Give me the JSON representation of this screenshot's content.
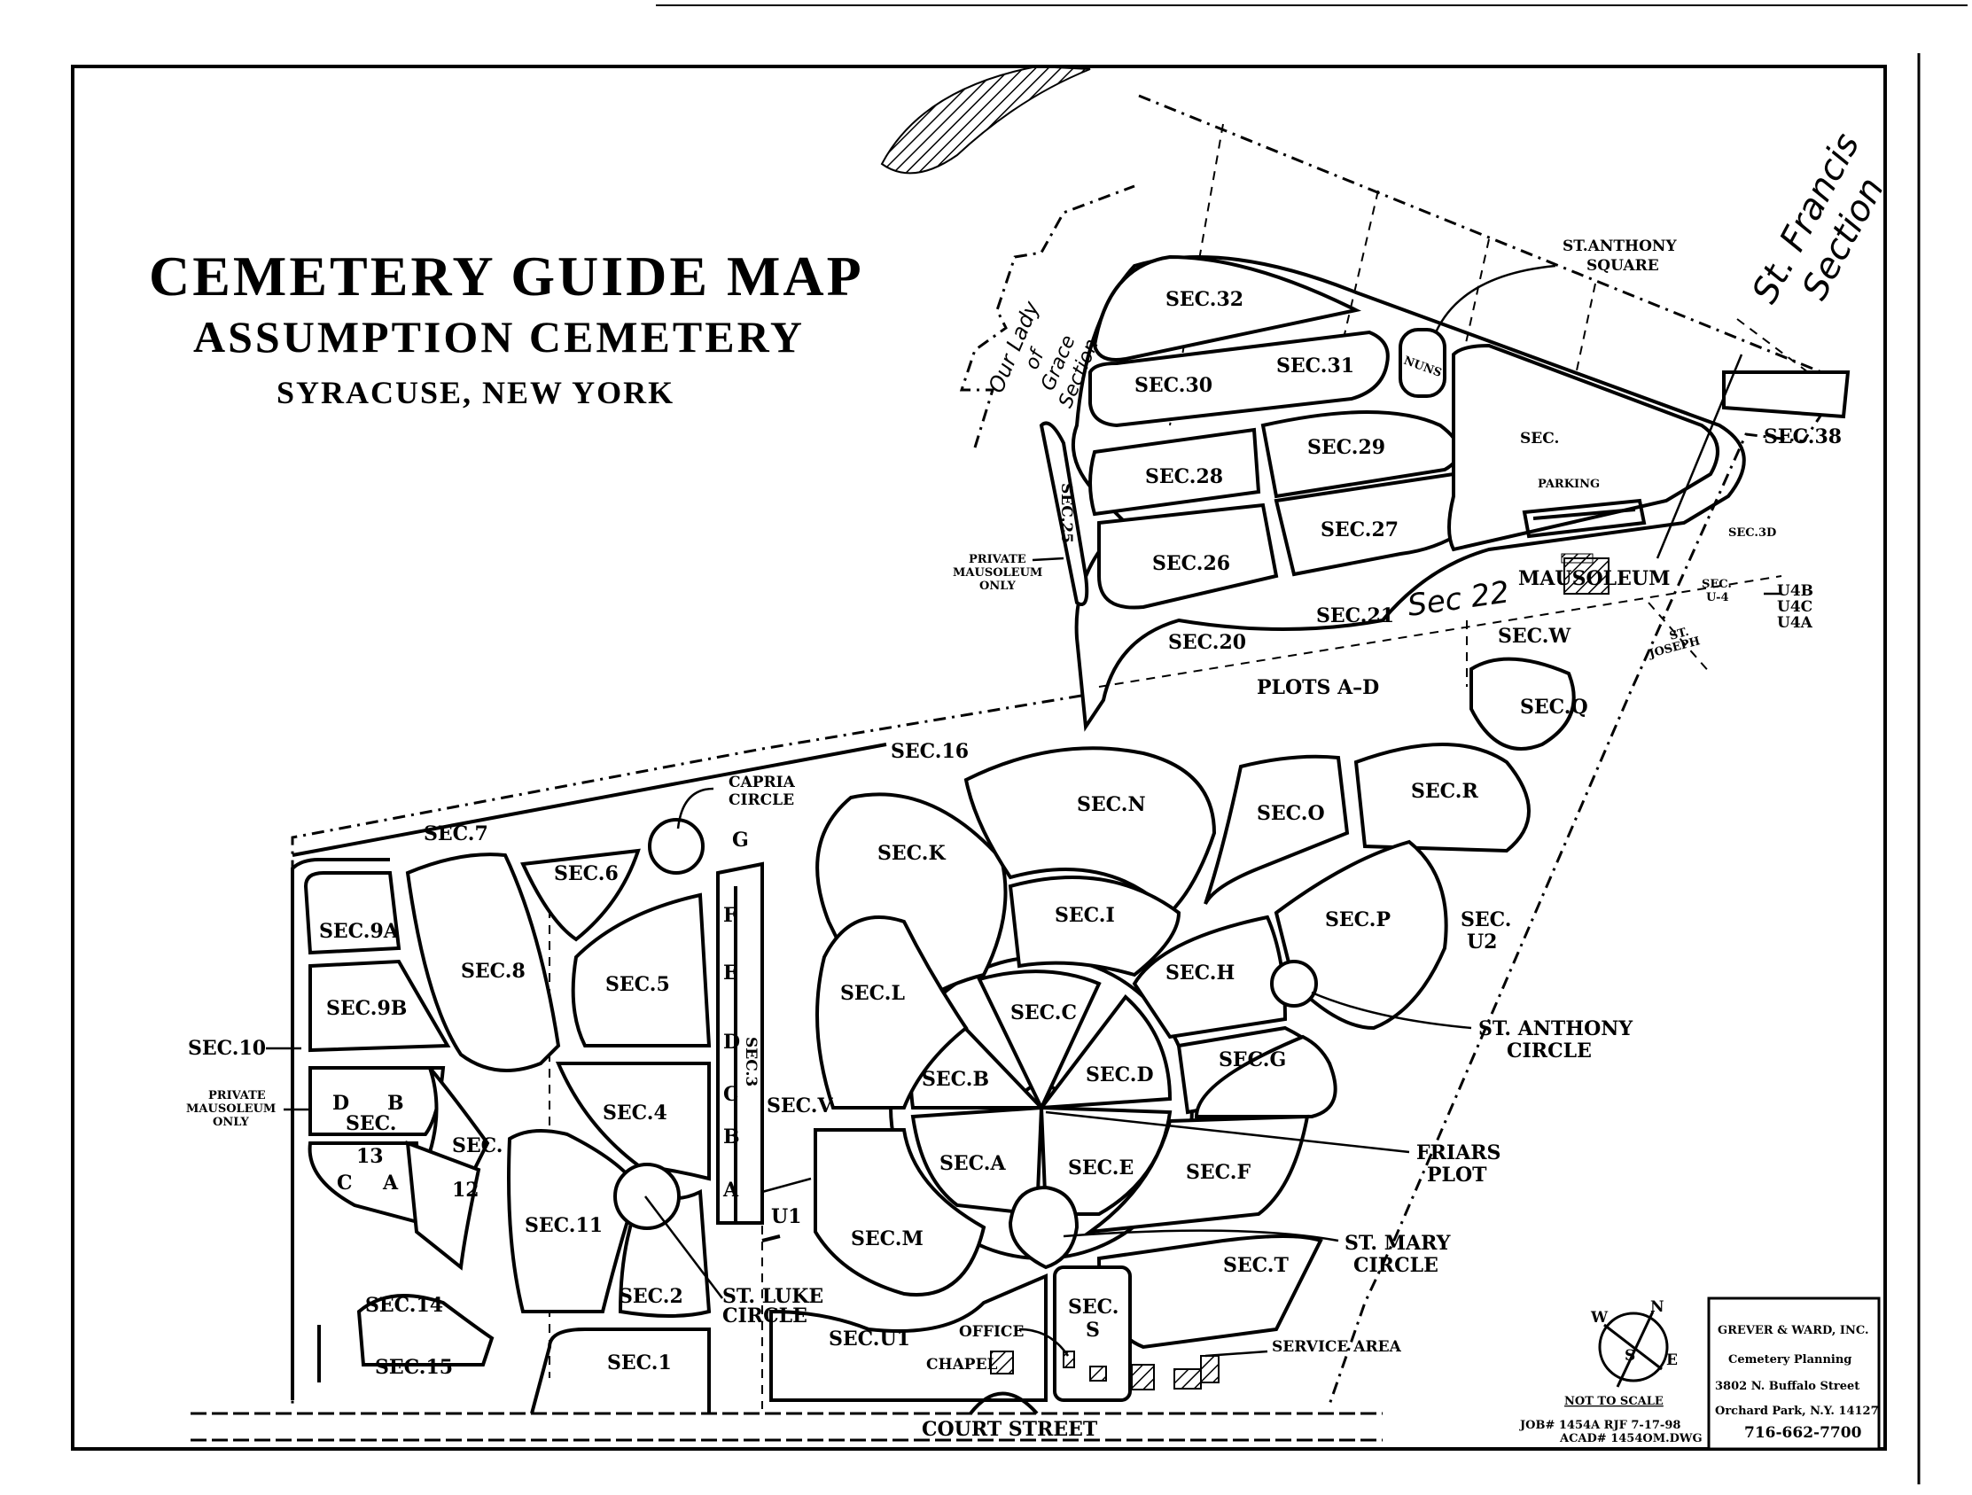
{
  "title": {
    "line1": "CEMETERY GUIDE MAP",
    "line2": "ASSUMPTION CEMETERY",
    "line3": "SYRACUSE, NEW YORK"
  },
  "handwritten": {
    "st_francis": [
      "St. Francis",
      "Section"
    ],
    "our_lady": [
      "Our Lady",
      "of",
      "Grace",
      "Section"
    ],
    "sec22": "Sec 22"
  },
  "sections": {
    "s32": "SEC.32",
    "s31": "SEC.31",
    "s30": "SEC.30",
    "s29": "SEC.29",
    "s28": "SEC.28",
    "s27": "SEC.27",
    "s26": "SEC.26",
    "s25": "SEC.25",
    "s21": "SEC.21",
    "s20": "SEC.20",
    "s16": "SEC.16",
    "s38": "SEC.38",
    "s3d": "SEC.3D",
    "su4": [
      "SEC.",
      "U-4"
    ],
    "su4b": "U4B",
    "su4c": "U4C",
    "su4a": "U4A",
    "sec_partial": "SEC.",
    "sw": "SEC.W",
    "sq": "SEC.Q",
    "sr": "SEC.R",
    "so": "SEC.O",
    "sn": "SEC.N",
    "sk": "SEC.K",
    "si": "SEC.I",
    "sp": "SEC.P",
    "su2": [
      "SEC.",
      "U2"
    ],
    "sh": "SEC.H",
    "sl": "SEC.L",
    "sc": "SEC.C",
    "sg": "SEC.G",
    "sb": "SEC.B",
    "sd": "SEC.D",
    "sa": "SEC.A",
    "se": "SEC.E",
    "sf": "SEC.F",
    "sv": "SEC.V",
    "sm": "SEC.M",
    "st": "SEC.T",
    "ss": [
      "SEC.",
      "S"
    ],
    "su1": "SEC.U1",
    "s7": "SEC.7",
    "s6": "SEC.6",
    "s8": "SEC.8",
    "s5": "SEC.5",
    "s9a": "SEC.9A",
    "s9b": "SEC.9B",
    "s10": "SEC.10",
    "s4": "SEC.4",
    "s13": [
      "SEC.",
      "13"
    ],
    "s12": [
      "SEC.",
      "12"
    ],
    "s11": "SEC.11",
    "s2": "SEC.2",
    "s14": "SEC.14",
    "s15": "SEC.15",
    "s1": "SEC.1",
    "s3": "SEC.3",
    "u1": "U1",
    "plots_ad": "PLOTS A–D",
    "joseph": [
      "ST.",
      "JOSEPH"
    ],
    "nuns": "NUNS",
    "letters_col": [
      "G",
      "F",
      "E",
      "D",
      "C",
      "B",
      "A"
    ],
    "sec13_letters": [
      "D",
      "B",
      "C",
      "A"
    ]
  },
  "places": {
    "st_anthony_square": [
      "ST.ANTHONY",
      "SQUARE"
    ],
    "capria_circle": [
      "CAPRIA",
      "CIRCLE"
    ],
    "st_anthony_circle": [
      "ST. ANTHONY",
      "CIRCLE"
    ],
    "friars_plot": [
      "FRIARS",
      "PLOT"
    ],
    "st_mary_circle": [
      "ST. MARY",
      "CIRCLE"
    ],
    "st_luke_circle": [
      "ST. LUKE",
      "CIRCLE"
    ],
    "mausoleum": "MAUSOLEUM",
    "parking": "PARKING",
    "private_mausoleum_1": [
      "PRIVATE",
      "MAUSOLEUM",
      "ONLY"
    ],
    "private_mausoleum_2": [
      "PRIVATE",
      "MAUSOLEUM",
      "ONLY"
    ],
    "office": "OFFICE",
    "chapel": "CHAPEL",
    "service_area": "SERVICE AREA",
    "court_street": "COURT STREET"
  },
  "compass": {
    "n": "N",
    "s": "S",
    "e": "E",
    "w": "W",
    "note": "NOT TO SCALE"
  },
  "job_info": [
    "JOB# 1454A    RJF    7-17-98",
    "ACAD# 1454OM.DWG"
  ],
  "credits": [
    "GREVER & WARD, INC.",
    "Cemetery Planning",
    "3802 N. Buffalo Street",
    "Orchard Park, N.Y. 14127",
    "716-662-7700"
  ],
  "colors": {
    "ink": "#000000",
    "paper": "#ffffff"
  }
}
